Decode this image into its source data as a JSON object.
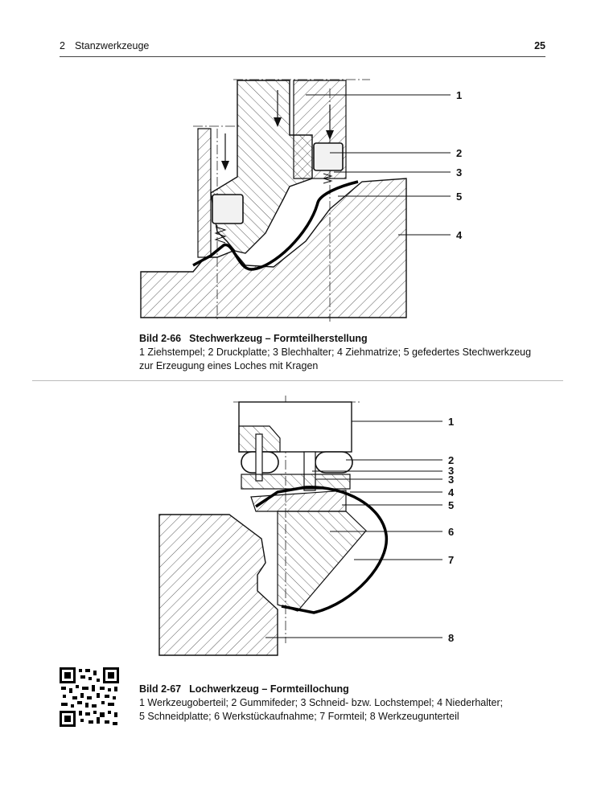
{
  "header": {
    "chapter_number": "2",
    "chapter_title": "Stanzwerkzeuge",
    "page_number": "25"
  },
  "figure1": {
    "number": "Bild 2-66",
    "title": "Stechwerkzeug – Formteilherstellung",
    "caption_line1": "1 Ziehstempel; 2 Druckplatte; 3 Blechhalter; 4 Ziehmatrize; 5 gefedertes Stechwerkzeug",
    "caption_line2": "zur Erzeugung eines Loches mit Kragen",
    "labels": [
      "1",
      "2",
      "3",
      "5",
      "4"
    ]
  },
  "figure2": {
    "number": "Bild 2-67",
    "title": "Lochwerkzeug – Formteillochung",
    "caption_line1": "1 Werkzeugoberteil; 2 Gummifeder; 3 Schneid- bzw. Lochstempel; 4 Niederhalter;",
    "caption_line2": "5 Schneidplatte; 6 Werkstückaufnahme; 7 Formteil; 8 Werkzeugunterteil",
    "labels": [
      "1",
      "2",
      "3",
      "3",
      "4",
      "5",
      "6",
      "7",
      "8"
    ]
  }
}
